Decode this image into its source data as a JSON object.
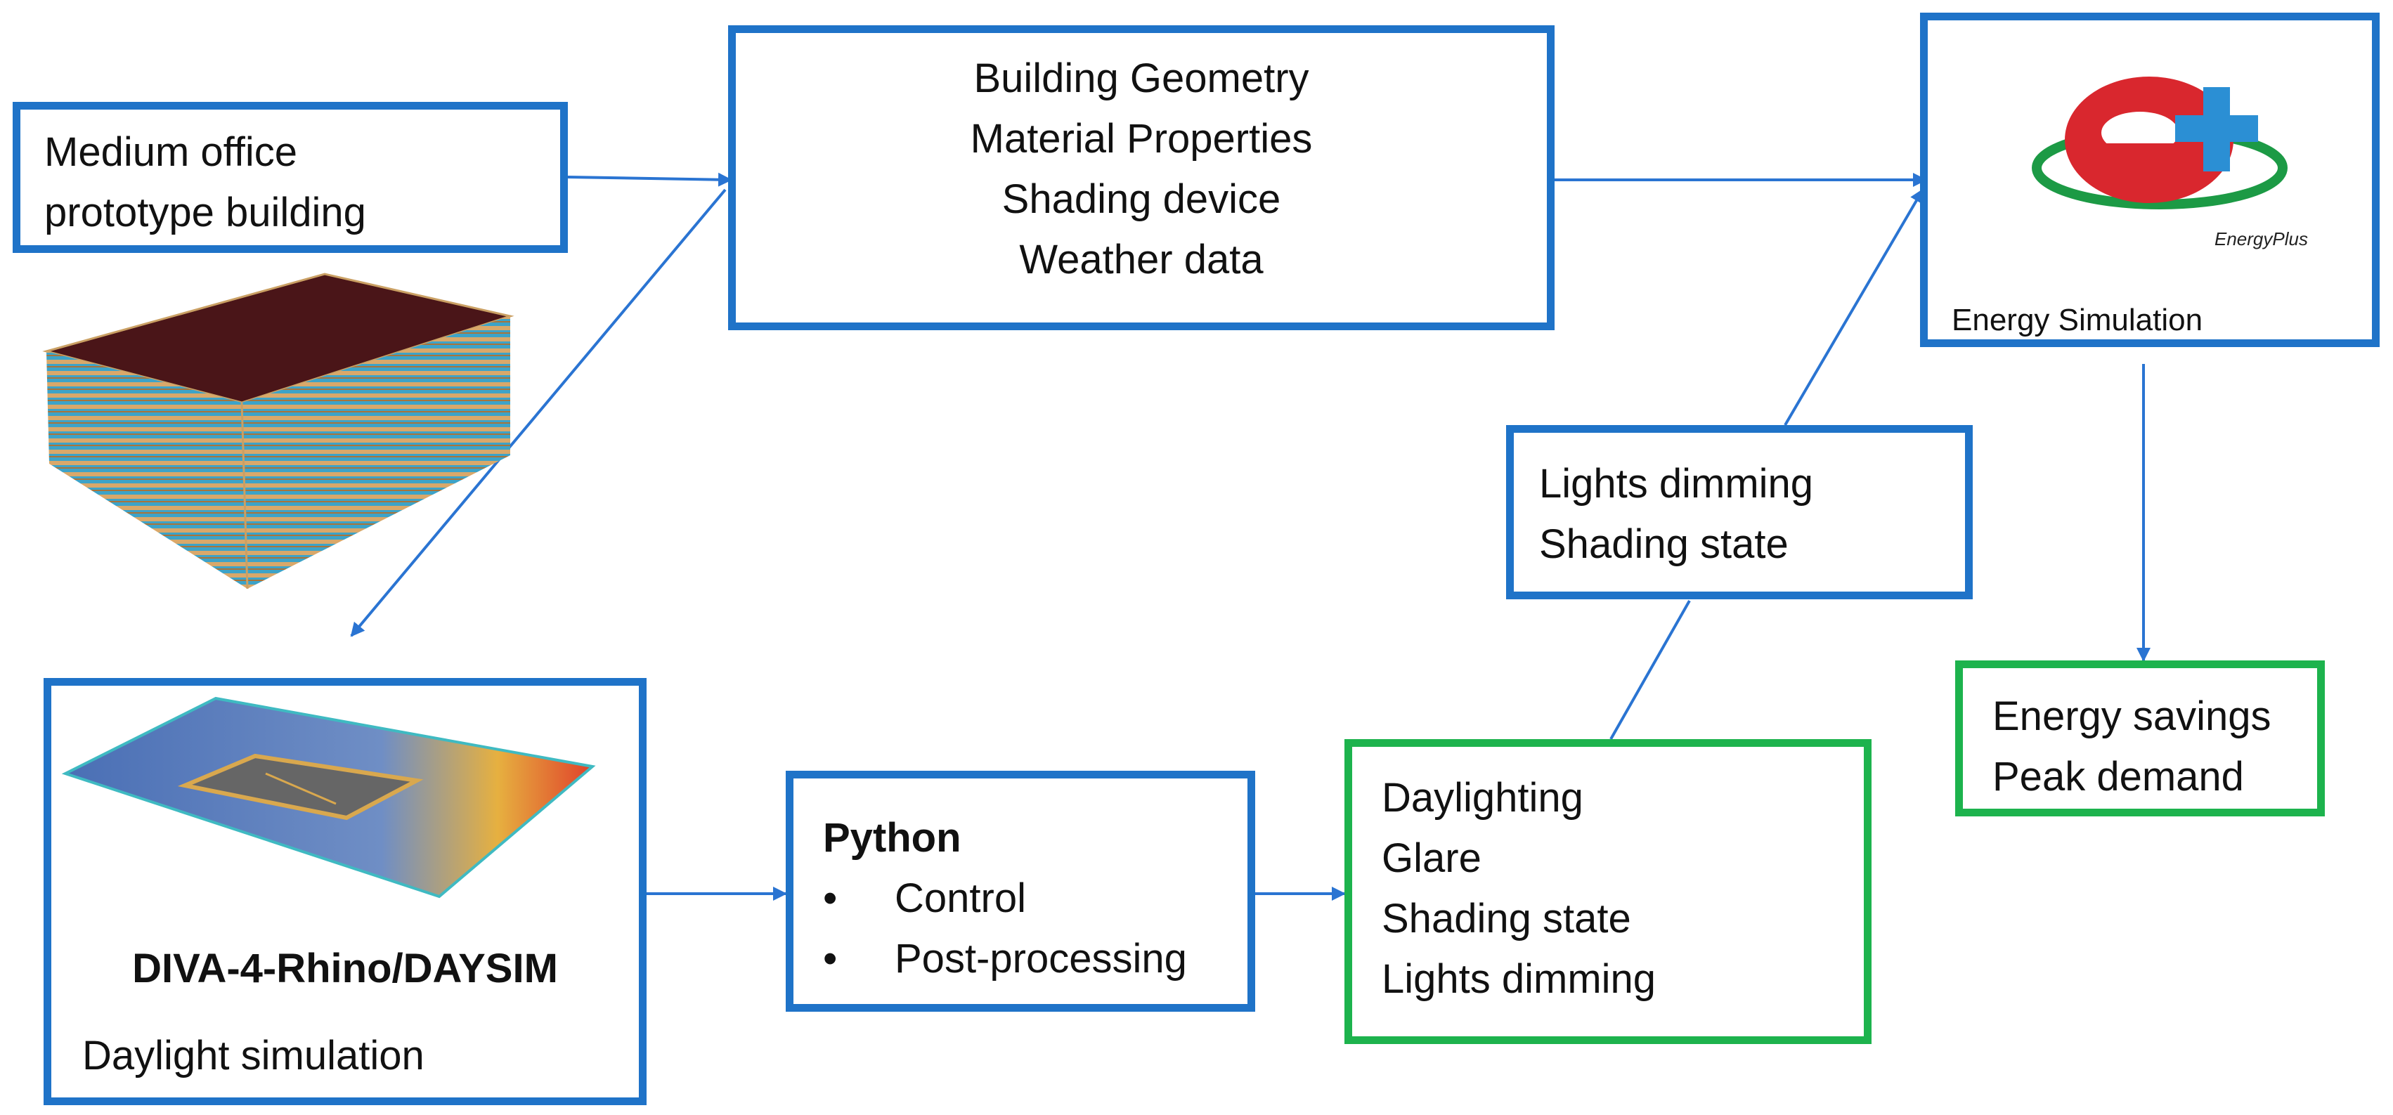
{
  "input_box": {
    "line1": "Medium office",
    "line2": "prototype building"
  },
  "params_box": {
    "lines": [
      "Building Geometry",
      "Material Properties",
      "Shading device",
      "Weather data"
    ]
  },
  "energyplus_box": {
    "logo_text": "EnergyPlus",
    "caption": "Energy Simulation"
  },
  "daylight_box": {
    "tool": "DIVA-4-Rhino/DAYSIM",
    "caption": "Daylight simulation"
  },
  "python_box": {
    "title": "Python",
    "bullets": [
      "Control",
      "Post-processing"
    ]
  },
  "results_box": {
    "lines": [
      "Daylighting",
      "Glare",
      "Shading state",
      "Lights dimming"
    ]
  },
  "feedback_box": {
    "lines": [
      "Lights dimming",
      "Shading state"
    ]
  },
  "output_box": {
    "lines": [
      "Energy savings",
      "Peak demand"
    ]
  },
  "colors": {
    "blue_border": "#1f73c8",
    "green_border": "#1db34d",
    "arrow": "#2a74d2"
  }
}
